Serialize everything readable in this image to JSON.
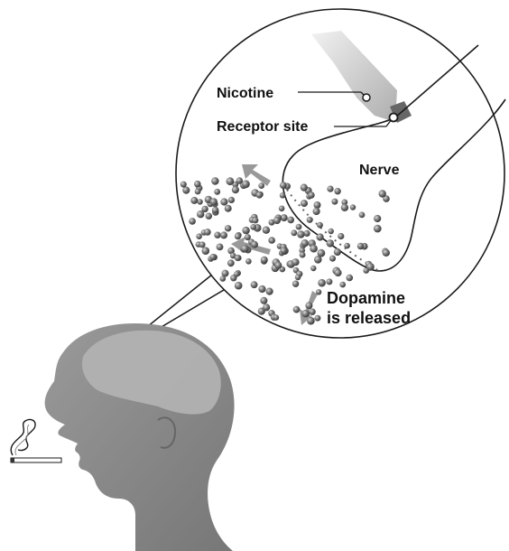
{
  "labels": {
    "nicotine": "Nicotine",
    "receptor_site": "Receptor site",
    "nerve": "Nerve",
    "dopamine_line1": "Dopamine",
    "dopamine_line2": "is released"
  },
  "colors": {
    "head": "#8a8a8a",
    "brain": "#a8a8a8",
    "outline": "#1a1a1a",
    "dopamine": "#5a5a5a",
    "background": "#ffffff"
  },
  "icons": {
    "smoke": "smoke-icon",
    "cigarette": "cigarette-icon",
    "arrows": "flow-arrow-icon"
  }
}
